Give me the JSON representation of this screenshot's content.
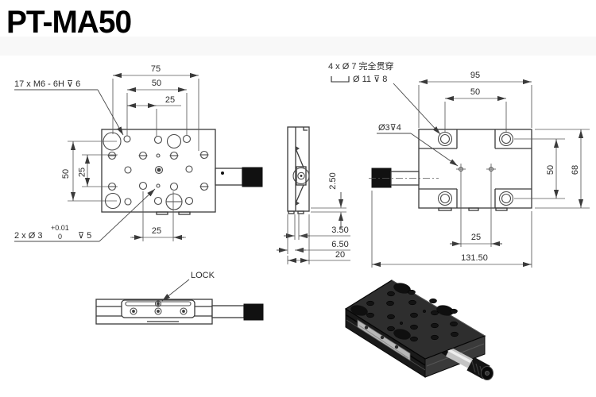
{
  "title": "PT-MA50",
  "colors": {
    "ink": "#3a3a3a",
    "dim_line": "#5a5a5a",
    "black_fill": "#111111",
    "iso_top": "#2e2e2e",
    "iso_left": "#1a1a1a",
    "iso_right": "#3a3a3a",
    "iso_silver": "#b8b8b8"
  },
  "top_view": {
    "thread_note": "17 x  M6 - 6H ⊽ 6",
    "pin_note": "2 x Ø 3",
    "pin_tol_upper": "+0.01",
    "pin_tol_lower": "0",
    "pin_depth": "⊽ 5",
    "dim_width": "75",
    "dim_hole_span": "50",
    "dim_quarter": "25",
    "dim_side_span": "50",
    "dim_side_quarter": "25",
    "dim_bottom": "25"
  },
  "section_view": {
    "dim_gap": "2.50",
    "dim_step": "3.50",
    "dim_base": "6.50",
    "dim_thickness": "20"
  },
  "base_view": {
    "cbore_note_line1": "4 x Ø 7 完全贯穿",
    "cbore_note_line2": "Ø 11 ⊽ 8",
    "pin_note": "Ø3⊽4",
    "dim_width": "95",
    "dim_hole_span": "50",
    "dim_side_span": "50",
    "dim_height": "68",
    "dim_center": "25",
    "dim_total": "131.50"
  },
  "lock_view": {
    "label": "LOCK"
  }
}
